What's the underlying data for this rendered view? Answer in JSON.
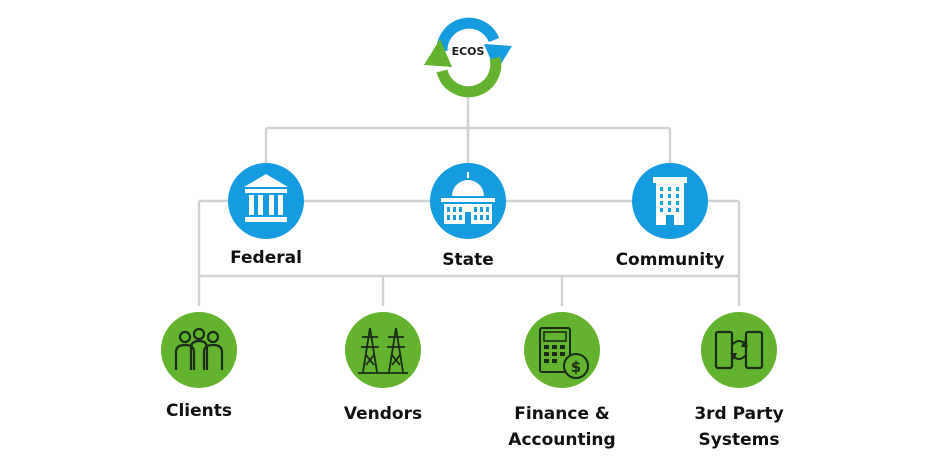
{
  "colors": {
    "blue": "#159be0",
    "green": "#64b32e",
    "connector": "#d2d2d2",
    "icon_dark": "#1b2a1b",
    "text": "#111111"
  },
  "logo": {
    "text": "ECOS",
    "icon": "recycle-arrows-icon"
  },
  "government": [
    {
      "label": "Federal",
      "icon": "federal-building-icon"
    },
    {
      "label": "State",
      "icon": "capitol-dome-icon"
    },
    {
      "label": "Community",
      "icon": "office-tower-icon"
    }
  ],
  "stakeholders": [
    {
      "label_lines": [
        "Clients"
      ],
      "icon": "people-group-icon"
    },
    {
      "label_lines": [
        "Vendors"
      ],
      "icon": "power-tower-icon"
    },
    {
      "label_lines": [
        "Finance &",
        "Accounting"
      ],
      "icon": "calculator-dollar-icon"
    },
    {
      "label_lines": [
        "3rd Party",
        "Systems"
      ],
      "icon": "sync-devices-icon"
    }
  ]
}
